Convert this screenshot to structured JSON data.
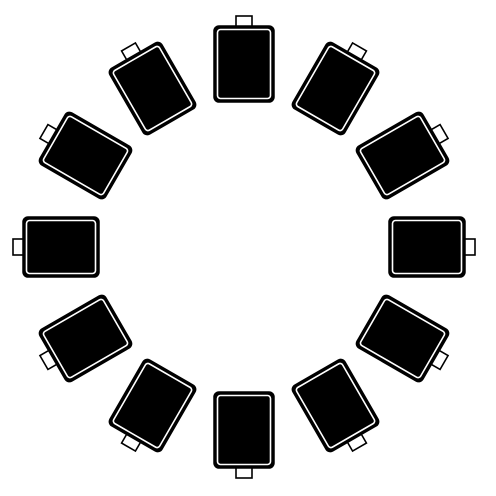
{
  "figure": {
    "description_shape": "ring-of-usb-flash-drives",
    "item_count": 12,
    "colors": {
      "background": "#ffffff",
      "body_fill": "#000000",
      "outline": "#000000",
      "connector_fill": "#ffffff",
      "inner_rim": "#ffffff"
    },
    "items": [
      {
        "icon": "usb-drive-icon",
        "angle_deg": 0
      },
      {
        "icon": "usb-drive-icon",
        "angle_deg": 30
      },
      {
        "icon": "usb-drive-icon",
        "angle_deg": 60
      },
      {
        "icon": "usb-drive-icon",
        "angle_deg": 90
      },
      {
        "icon": "usb-drive-icon",
        "angle_deg": 120
      },
      {
        "icon": "usb-drive-icon",
        "angle_deg": 150
      },
      {
        "icon": "usb-drive-icon",
        "angle_deg": 180
      },
      {
        "icon": "usb-drive-icon",
        "angle_deg": 210
      },
      {
        "icon": "usb-drive-icon",
        "angle_deg": 240
      },
      {
        "icon": "usb-drive-icon",
        "angle_deg": 270
      },
      {
        "icon": "usb-drive-icon",
        "angle_deg": 300
      },
      {
        "icon": "usb-drive-icon",
        "angle_deg": 330
      }
    ]
  }
}
